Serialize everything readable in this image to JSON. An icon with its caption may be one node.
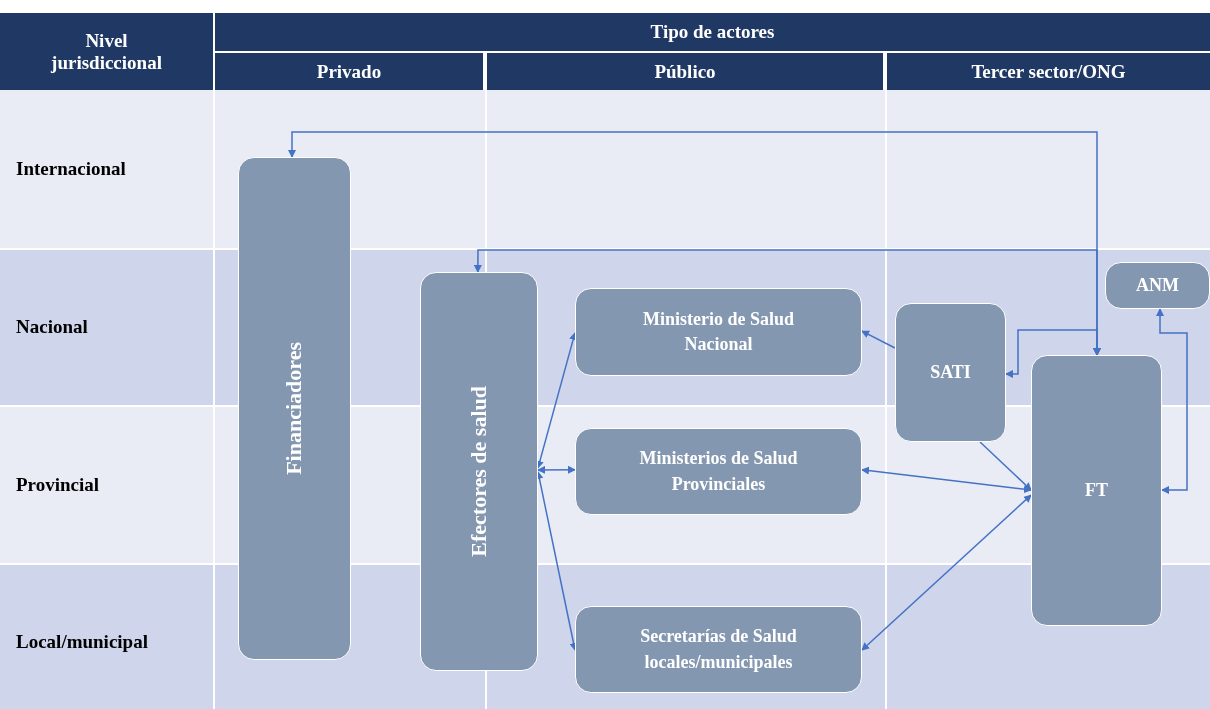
{
  "diagram": {
    "nodes": [
      {
        "text": [
          "Financiadores"
        ]
      },
      {
        "text": [
          "Efectores de salud"
        ]
      },
      {
        "text": [
          "Ministerio de Salud Nacional"
        ]
      },
      {
        "text": [
          "Ministerios de Salud Provinciales"
        ]
      },
      {
        "text": [
          "Secretarías de Salud locales/municipales"
        ]
      },
      {
        "text": [
          "SATI"
        ]
      },
      {
        "text": [
          "ANM"
        ]
      },
      {
        "text": [
          "FT"
        ]
      }
    ],
    "edges": [
      {
        "from": 7,
        "to": 0,
        "arrow": "both"
      },
      {
        "from": 7,
        "to": 1,
        "arrow": "both"
      },
      {
        "from": 7,
        "to": 5,
        "arrow": "both"
      },
      {
        "from": 5,
        "to": 2,
        "arrow": "to"
      },
      {
        "from": 5,
        "to": 7,
        "arrow": "to"
      },
      {
        "from": 7,
        "to": 3,
        "arrow": "both"
      },
      {
        "from": 7,
        "to": 4,
        "arrow": "both"
      },
      {
        "from": 7,
        "to": 6,
        "arrow": "both"
      },
      {
        "from": 1,
        "to": 2,
        "arrow": "both"
      },
      {
        "from": 1,
        "to": 3,
        "arrow": "both"
      },
      {
        "from": 1,
        "to": 4,
        "arrow": "both"
      }
    ],
    "labels": [
      "Nivel jurisdiccional",
      "Tipo de actores",
      "Privado",
      "Público",
      "Tercer sector/ONG",
      "Internacional",
      "Nacional",
      "Provincial",
      "Local/municipal"
    ]
  }
}
